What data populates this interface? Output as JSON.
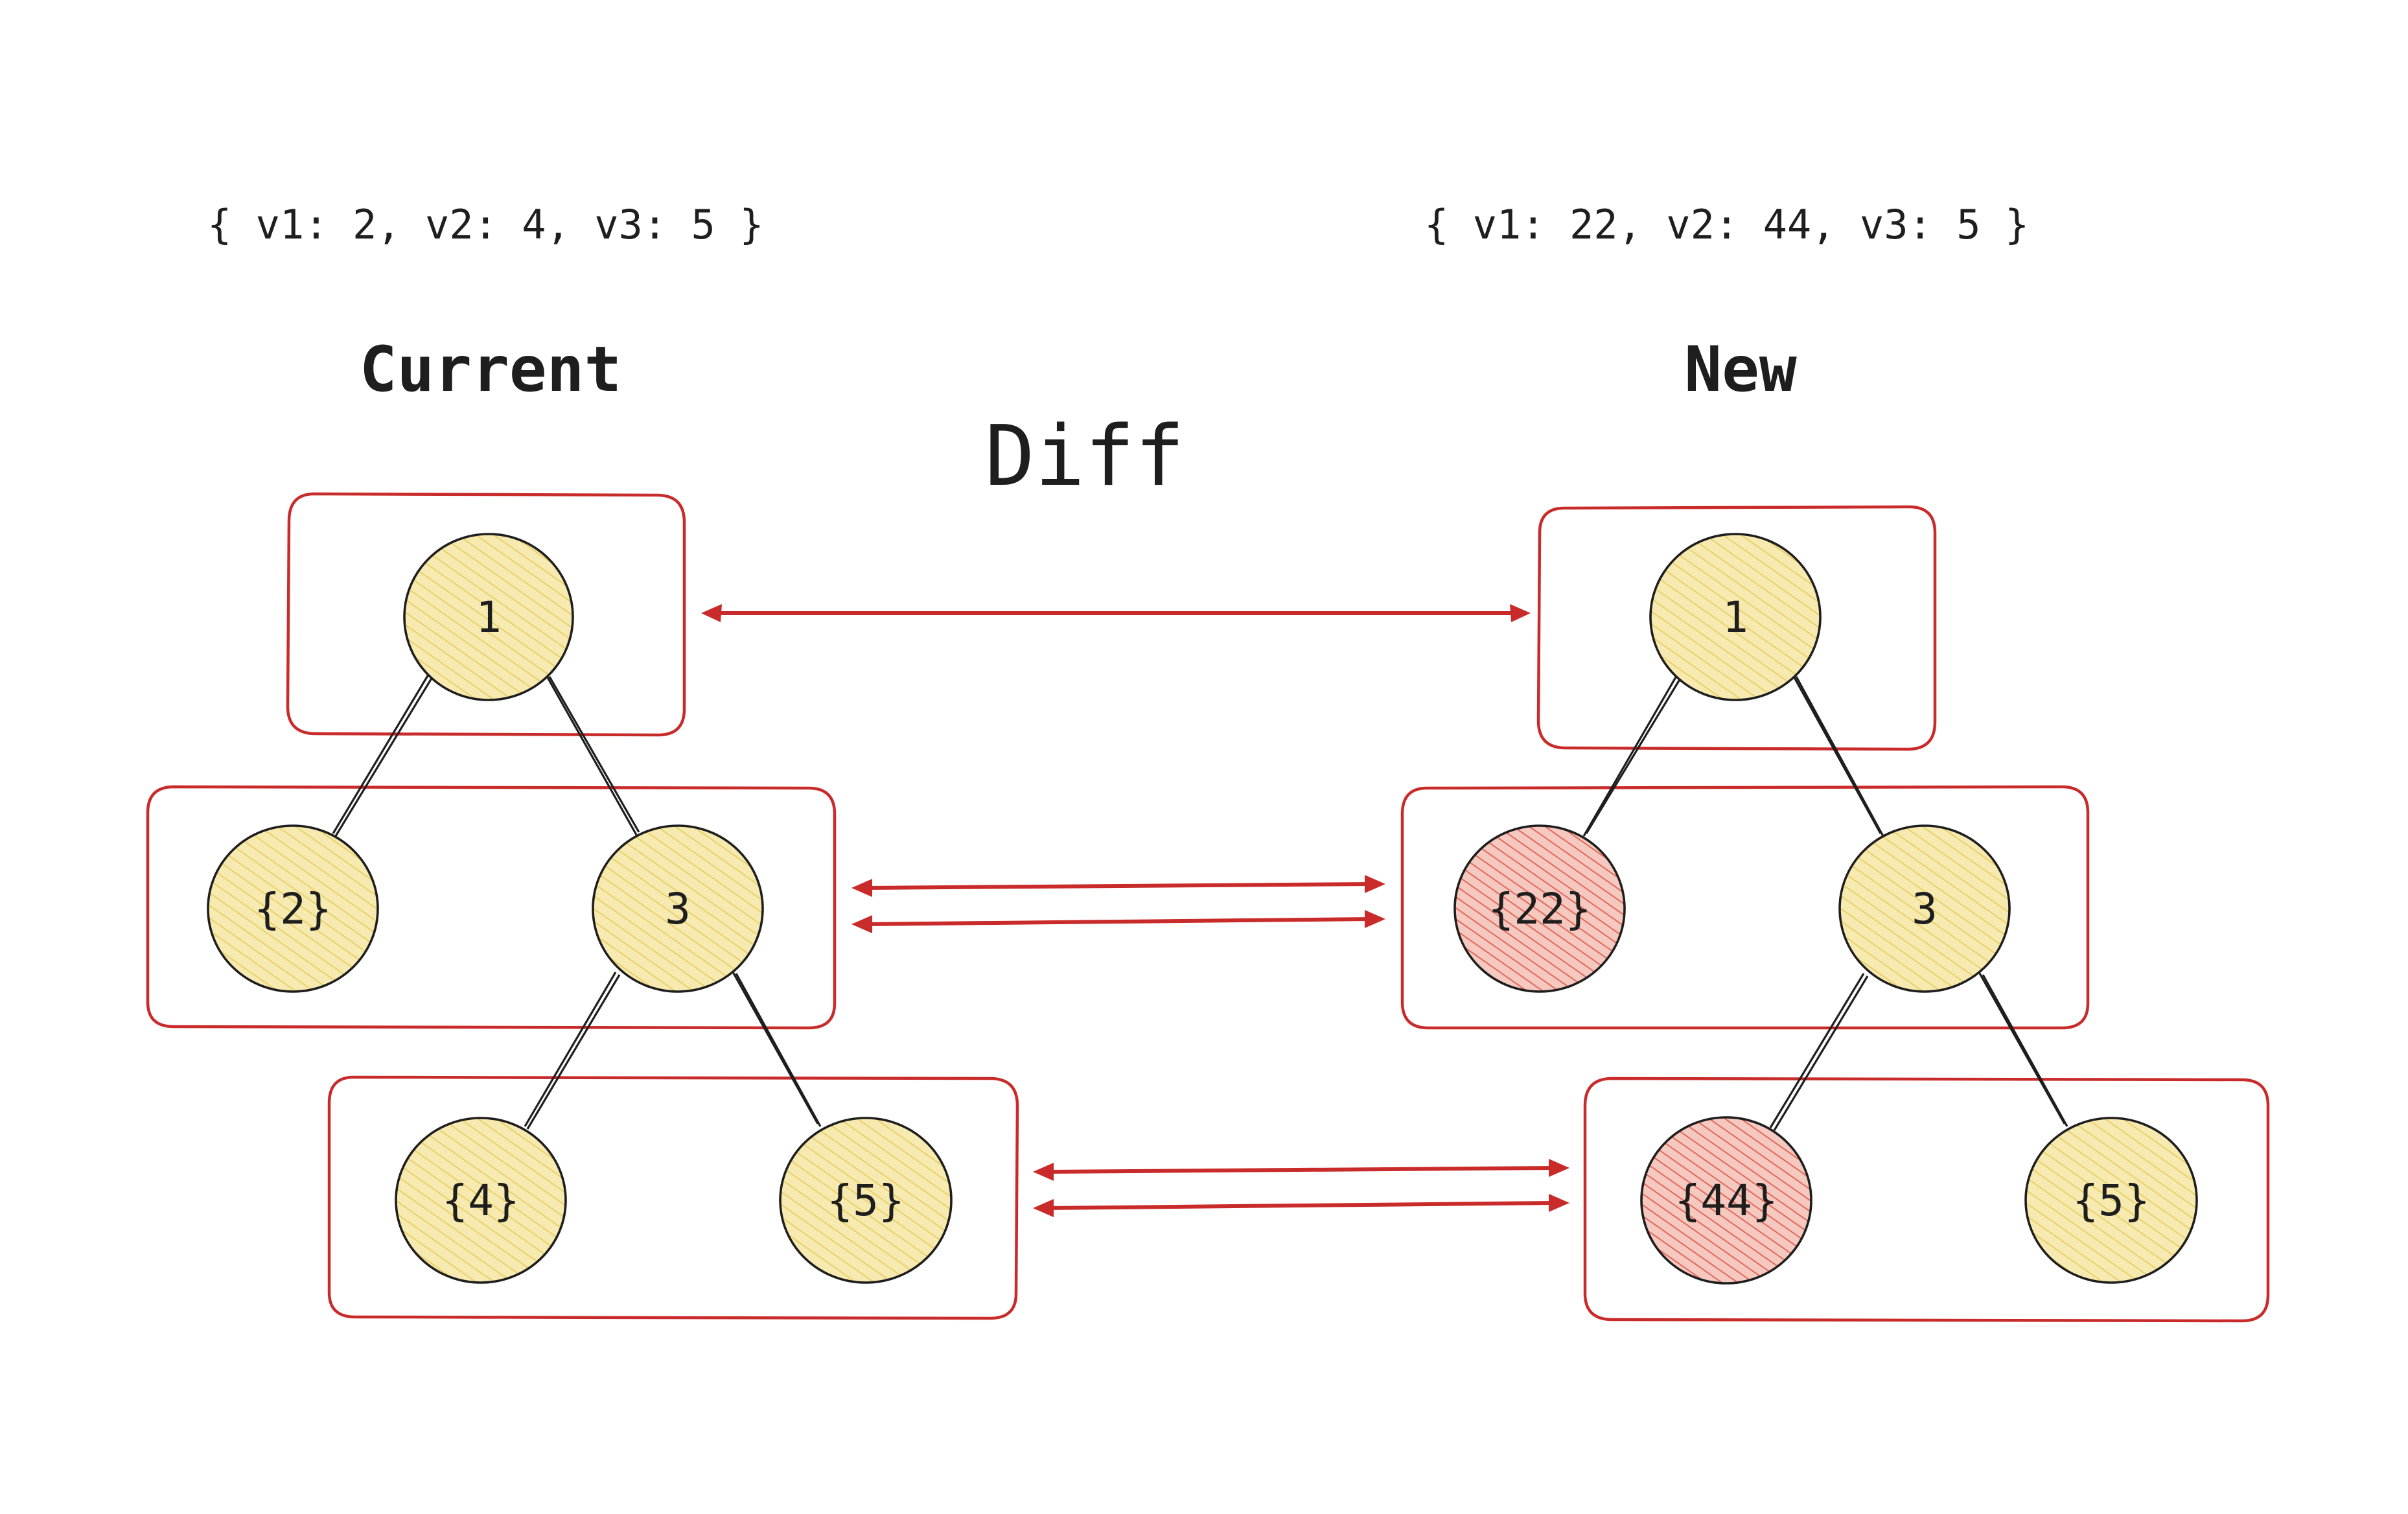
{
  "diagram": {
    "diff_label": "Diff",
    "current": {
      "heading": "Current",
      "object_text": "{ v1: 2, v2: 4, v3: 5 }",
      "nodes": {
        "root": "1",
        "left": "{2}",
        "right": "3",
        "right_left": "{4}",
        "right_right": "{5}"
      }
    },
    "new": {
      "heading": "New",
      "object_text": "{ v1: 22, v2: 44, v3: 5 }",
      "nodes": {
        "root": "1",
        "left": "{22}",
        "right": "3",
        "right_left": "{44}",
        "right_right": "{5}"
      }
    },
    "colors": {
      "node_fill": "#f5e7a3",
      "node_hatch": "#e9c84d",
      "changed_fill": "#f6c4bb",
      "changed_hatch": "#e35b4a",
      "box_stroke": "#c92a2a",
      "arrow": "#c92a2a",
      "text": "#1e1e1e"
    }
  }
}
